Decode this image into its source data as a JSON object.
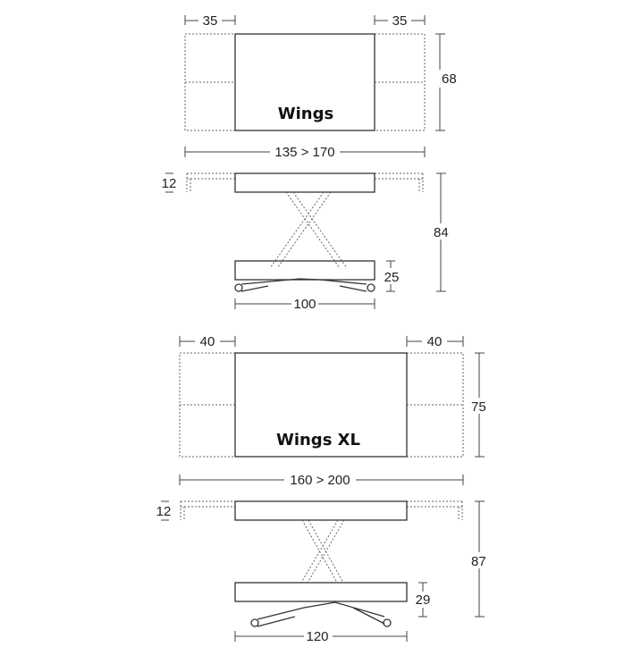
{
  "models": [
    {
      "name": "Wings",
      "wing_left": "35",
      "wing_right": "35",
      "depth": "68",
      "length": "135 > 170",
      "top_thickness": "12",
      "max_height": "84",
      "min_height": "25",
      "closed_length": "100"
    },
    {
      "name": "Wings XL",
      "wing_left": "40",
      "wing_right": "40",
      "depth": "75",
      "length": "160 > 200",
      "top_thickness": "12",
      "max_height": "87",
      "min_height": "29",
      "closed_length": "120"
    }
  ]
}
